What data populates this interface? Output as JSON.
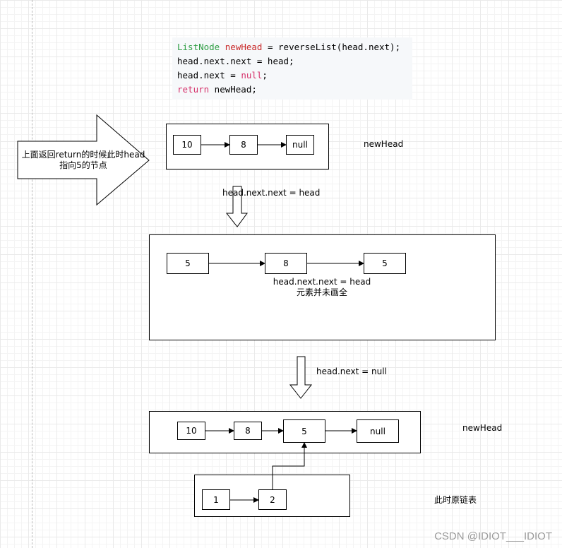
{
  "code": {
    "line1": {
      "type": "ListNode",
      "var": "newHead",
      "rest": " = reverseList(head.next);"
    },
    "line2": "head.next.next = head;",
    "line3": {
      "pre": "head.next = ",
      "null": "null",
      "post": ";"
    },
    "line4": {
      "kw": "return",
      "rest": " newHead;"
    }
  },
  "side_arrow": {
    "line1": "上面返回return的时候此时head",
    "line2": "指向5的节点"
  },
  "step1": {
    "nodes": [
      "10",
      "8",
      "null"
    ],
    "label": "newHead"
  },
  "transition1": "head.next.next = head",
  "step2": {
    "nodes": [
      "5",
      "8",
      "5"
    ],
    "note_line1": "head.next.next = head",
    "note_line2": "元素并未画全"
  },
  "transition2": "head.next = null",
  "step3": {
    "nodes": [
      "10",
      "8",
      "5",
      "null"
    ],
    "label": "newHead"
  },
  "original": {
    "nodes": [
      "1",
      "2"
    ],
    "label": "此时原链表"
  },
  "watermark": "CSDN @IDIOT___IDIOT"
}
